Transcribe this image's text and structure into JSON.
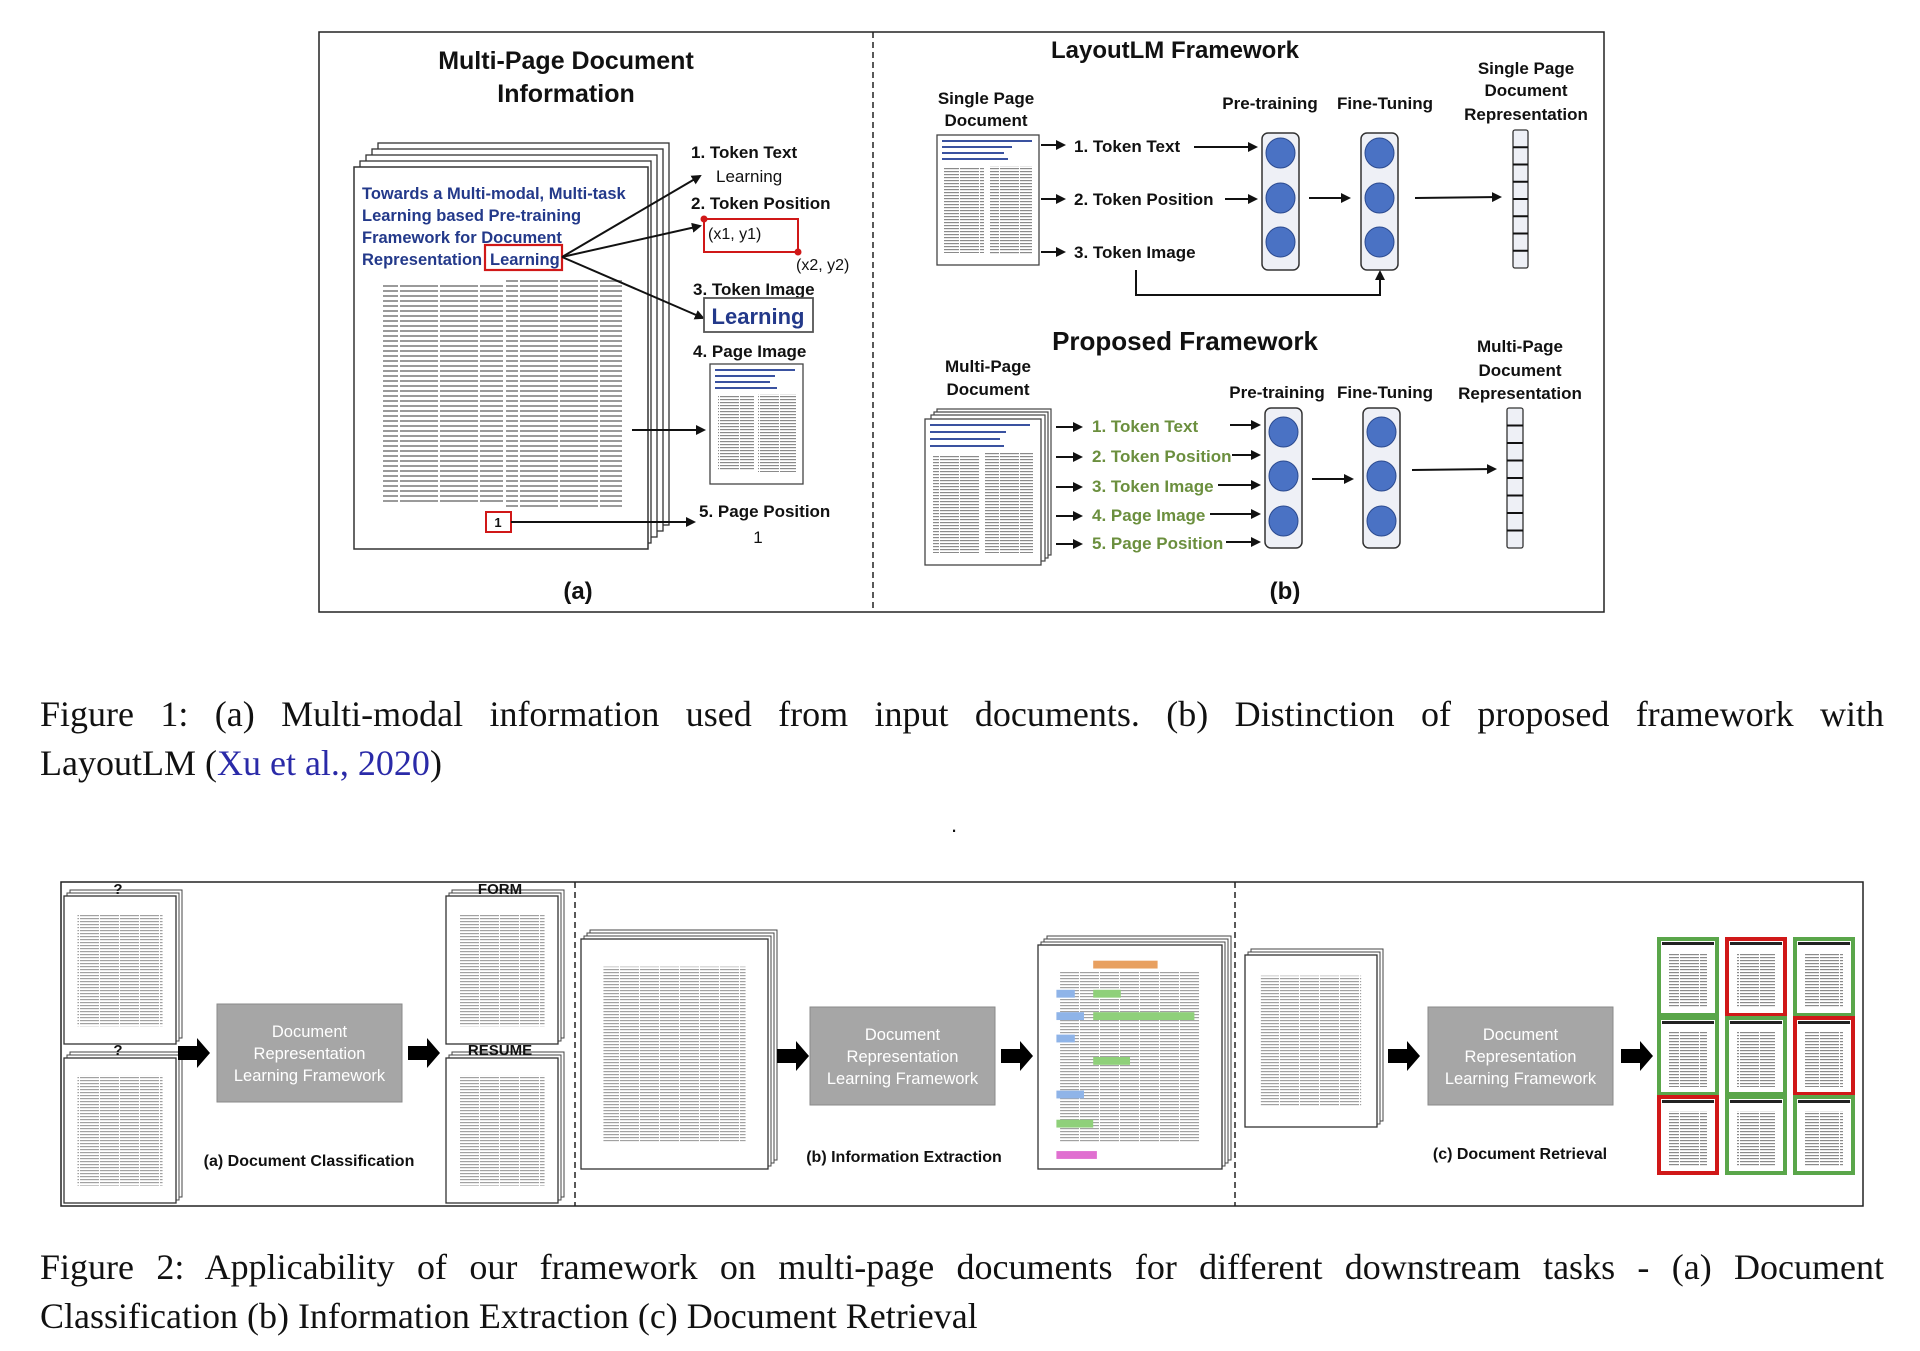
{
  "figure1": {
    "panel_a": {
      "title_lines": [
        "Multi-Page Document",
        "Information"
      ],
      "doc_title_lines": [
        "Towards a Multi-modal, Multi-task",
        "Learning based Pre-training",
        "Framework for Document",
        "Representation"
      ],
      "highlighted_token": "Learning",
      "page_number": "1",
      "token_text_label": "1. Token Text",
      "token_text_value": "Learning",
      "token_position_label": "2. Token Position",
      "coord_top_left": "(x1, y1)",
      "coord_bottom_right": "(x2, y2)",
      "token_image_label": "3. Token Image",
      "token_image_value": "Learning",
      "page_image_label": "4. Page Image",
      "page_position_label": "5. Page Position",
      "page_position_value": "1",
      "sublabel": "(a)"
    },
    "panel_b": {
      "layoutlm_title": "LayoutLM Framework",
      "layoutlm_input_lines": [
        "Single Page",
        "Document"
      ],
      "pretraining": "Pre-training",
      "finetuning": "Fine-Tuning",
      "layoutlm_output_lines": [
        "Single Page",
        "Document",
        "Representation"
      ],
      "layoutlm_inputs": [
        {
          "label": "1. Token Text",
          "color": "#6b8f3e"
        },
        {
          "label": "2. Token Position",
          "color": "#6b8f3e"
        },
        {
          "label": "3. Token Image",
          "color": "#e01010"
        }
      ],
      "proposed_title": "Proposed Framework",
      "proposed_input_lines": [
        "Multi-Page",
        "Document"
      ],
      "proposed_output_lines": [
        "Multi-Page",
        "Document",
        "Representation"
      ],
      "proposed_inputs": [
        "1. Token Text",
        "2. Token Position",
        "3. Token Image",
        "4. Page Image",
        "5. Page Position"
      ],
      "sublabel": "(b)"
    },
    "caption_line1": "Figure 1: (a) Multi-modal information used from input documents. (b) Distinction of proposed framework with",
    "caption_line2_prefix": "LayoutLM (",
    "caption_citation": "Xu et al., 2020",
    "caption_line2_suffix": ")"
  },
  "separator_dot": ".",
  "figure2": {
    "framework_box_lines": [
      "Document",
      "Representation",
      "Learning Framework"
    ],
    "panel_a": {
      "unknown_label_1": "?",
      "unknown_label_2": "?",
      "class_label_1": "FORM",
      "class_label_2": "RESUME",
      "sublabel": "(a) Document Classification"
    },
    "panel_b": {
      "sublabel": "(b) Information Extraction"
    },
    "panel_c": {
      "sublabel": "(c) Document Retrieval",
      "retrieval_results": [
        "relevant",
        "irrelevant",
        "relevant",
        "relevant",
        "relevant",
        "irrelevant",
        "irrelevant",
        "relevant",
        "relevant"
      ],
      "colors": {
        "relevant": "#5aa64a",
        "irrelevant": "#d01818"
      }
    },
    "caption_line1": "Figure 2: Applicability of our framework on multi-page documents for different downstream tasks - (a) Document",
    "caption_line2": "Classification (b) Information Extraction (c) Document Retrieval"
  },
  "colors": {
    "navy": "#23398a",
    "green": "#6b8f3e",
    "red": "#e01010",
    "node_blue": "#4a72c4",
    "framework_gray": "#a6a6a6",
    "citation_blue": "#2a2aa8"
  }
}
